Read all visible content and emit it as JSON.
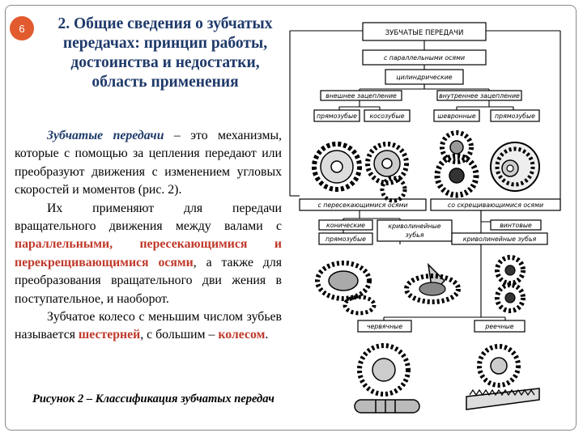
{
  "slide_number": "6",
  "title": "2. Общие сведения о зубчатых передачах: принцип работы, достоинства и недостатки, область применения",
  "paragraph1": {
    "term": "Зубчатые передачи",
    "rest": " – это механизмы, которые с помощью за цепления передают или преобразуют движения с изменением угловых скоростей и моментов (рис. 2)."
  },
  "paragraph2": {
    "start": "Их применяют для передачи вращательного движения между валами с ",
    "highlight": "параллельными, пересекающимися и перекрещивающимися осями",
    "end": ", а также для преобразования вращательного дви жения в поступательное, и наоборот."
  },
  "paragraph3": {
    "start": "Зубчатое колесо с меньшим числом зубьев называется ",
    "hl1": "шестерней",
    "mid": ", с большим – ",
    "hl2": "колесом",
    "end": "."
  },
  "caption": "Рисунок 2 – Классификация зубчатых передач",
  "diagram": {
    "root": "ЗУБЧАТЫЕ ПЕРЕДАЧИ",
    "parallel": "с параллельными осями",
    "cylindrical": "цилиндрические",
    "external": "внешнее зацепление",
    "internal": "внутреннее зацепление",
    "straight": "прямозубые",
    "helical": "косозубые",
    "herringbone": "шевронные",
    "straight2": "прямозубые",
    "intersecting": "с пересекающимися осями",
    "crossing": "со скрещивающимися осями",
    "conical": "конические",
    "curved": "криволинейные",
    "curved2": "зубья",
    "screw": "винтовые",
    "straight3": "прямозубые",
    "curved_teeth": "криволинейные зубья",
    "worm": "червячные",
    "rack": "реечные"
  }
}
